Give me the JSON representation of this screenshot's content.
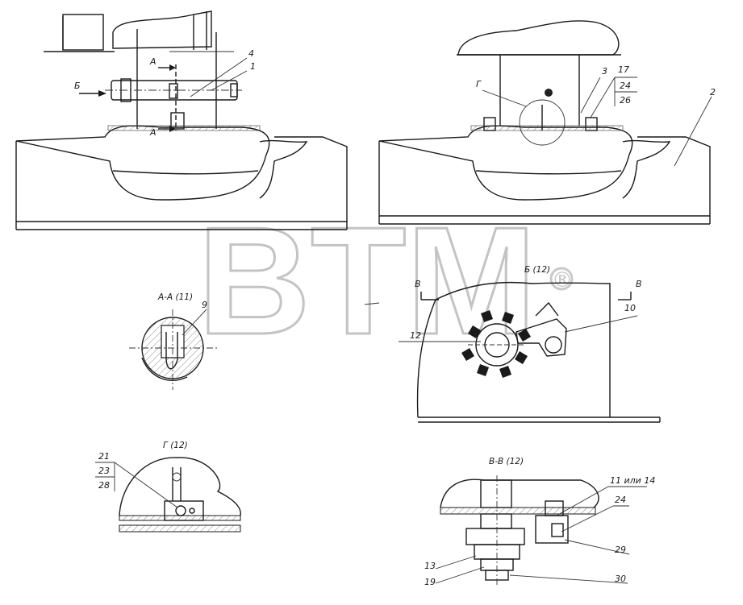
{
  "watermark": {
    "text": "BTM",
    "mark": "®"
  },
  "views": {
    "aa_title": "А-А (11)",
    "b_title": "Б (12)",
    "g_title": "Г (12)",
    "vv_title": "В-В (12)"
  },
  "markers": {
    "a_top": "А",
    "a_bottom": "А",
    "b_arrow": "Б",
    "g_circle": "Г",
    "v_left": "В",
    "v_right": "В"
  },
  "callouts": {
    "n1": "1",
    "n2": "2",
    "n3": "3",
    "n4": "4",
    "n9": "9",
    "n10": "10",
    "n12": "12",
    "n13": "13",
    "n17": "17",
    "n19": "19",
    "n21": "21",
    "n23": "23",
    "n24_top": "24",
    "n24_vv": "24",
    "n26": "26",
    "n28": "28",
    "n29": "29",
    "n30": "30",
    "n11or14": "11 или 14"
  }
}
